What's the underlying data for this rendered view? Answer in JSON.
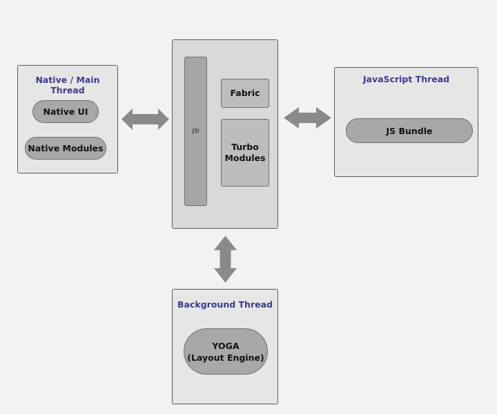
{
  "colors": {
    "background": "#f2f2f2",
    "panel_fill": "#e6e6e6",
    "title_text": "#3b3b8a",
    "pill_fill": "#a8a8a8",
    "arrow_fill": "#8a8a8a"
  },
  "native_thread": {
    "title": "Native / Main Thread",
    "items": [
      "Native UI",
      "Native Modules"
    ]
  },
  "bridge_core": {
    "jsi_label": "JSI",
    "fabric_label": "Fabric",
    "turbo_modules_label": "Turbo\nModules"
  },
  "js_thread": {
    "title": "JavaScript Thread",
    "items": [
      "JS Bundle"
    ]
  },
  "background_thread": {
    "title": "Background Thread",
    "items": [
      "YOGA\n(Layout Engine)"
    ]
  },
  "connections": [
    {
      "from": "Native / Main Thread",
      "to": "JSI core",
      "type": "bidirectional-arrow"
    },
    {
      "from": "JSI core",
      "to": "JavaScript Thread",
      "type": "bidirectional-arrow"
    },
    {
      "from": "JSI core",
      "to": "Background Thread",
      "type": "bidirectional-arrow"
    }
  ]
}
